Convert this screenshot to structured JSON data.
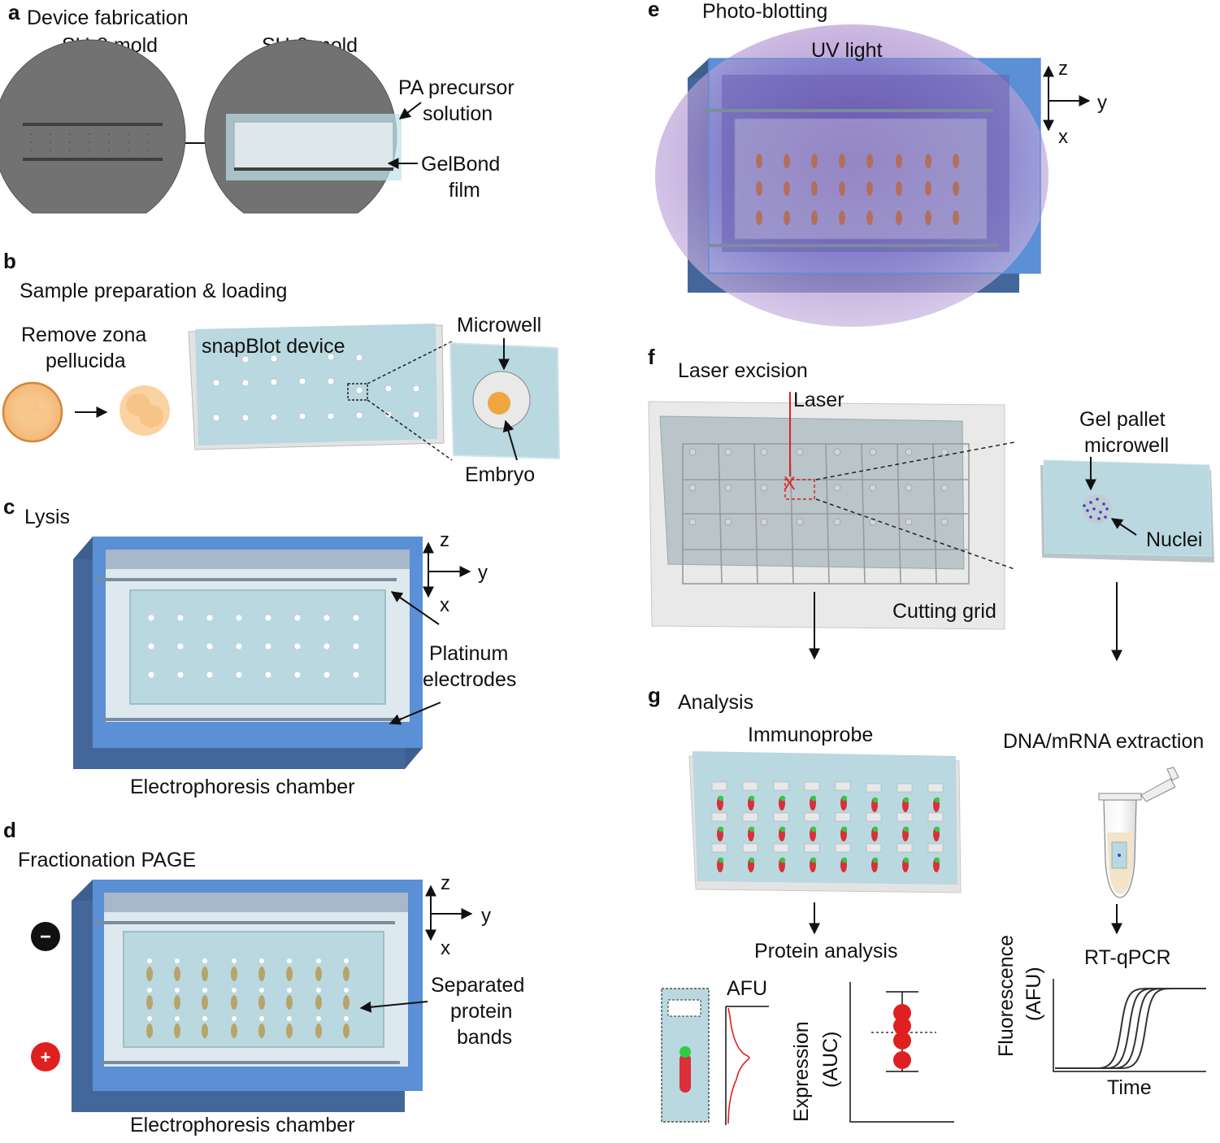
{
  "panels": {
    "a": {
      "letter": "a",
      "title": "Device fabrication",
      "mold_left": "SU-8 mold",
      "mold_right": "SU-8 mold",
      "pa_line1": "PA precursor",
      "pa_line2": "solution",
      "gelbond_line1": "GelBond",
      "gelbond_line2": "film"
    },
    "b": {
      "letter": "b",
      "title": "Sample preparation & loading",
      "remove_line1": "Remove zona",
      "remove_line2": "pellucida",
      "device": "snapBlot device",
      "microwell": "Microwell",
      "embryo": "Embryo"
    },
    "c": {
      "letter": "c",
      "title": "Lysis",
      "electrodes_line1": "Platinum",
      "electrodes_line2": "electrodes",
      "chamber": "Electrophoresis chamber"
    },
    "d": {
      "letter": "d",
      "title": "Fractionation PAGE",
      "bands_line1": "Separated",
      "bands_line2": "protein",
      "bands_line3": "bands",
      "chamber": "Electrophoresis chamber",
      "minus": "−",
      "plus": "+"
    },
    "e": {
      "letter": "e",
      "title": "Photo-blotting",
      "uv": "UV light"
    },
    "f": {
      "letter": "f",
      "title": "Laser excision",
      "laser": "Laser",
      "laser_mark": "X",
      "grid": "Cutting grid",
      "pallet_line1": "Gel pallet",
      "pallet_line2": "microwell",
      "nuclei": "Nuclei"
    },
    "g": {
      "letter": "g",
      "title": "Analysis",
      "immuno": "Immunoprobe",
      "protein": "Protein analysis",
      "afu": "AFU",
      "expr_line1": "Expression",
      "expr_line2": "(AUC)",
      "extract": "DNA/mRNA extraction",
      "rtqpcr": "RT-qPCR",
      "fluor_line1": "Fluorescence",
      "fluor_line2": "(AFU)",
      "time": "Time"
    }
  },
  "axes": {
    "z": "z",
    "y": "y",
    "x": "x"
  },
  "colors": {
    "chamber_blue": "#5b8fd6",
    "chamber_dark": "#3d5f8f",
    "gel_teal": "#b9d8df",
    "mold_gray": "#707070",
    "band_tan": "#b7a46a",
    "uv_purple": "#9b6fc4",
    "laser_red": "#e02020",
    "signal_red": "#d9303a",
    "signal_green": "#2ecc40",
    "nuclei_blue": "#3344dd"
  },
  "icons": [
    "arrow-right-icon",
    "arrow-down-icon",
    "axis-triad-icon",
    "minus-electrode-icon",
    "plus-electrode-icon",
    "tube-icon"
  ]
}
